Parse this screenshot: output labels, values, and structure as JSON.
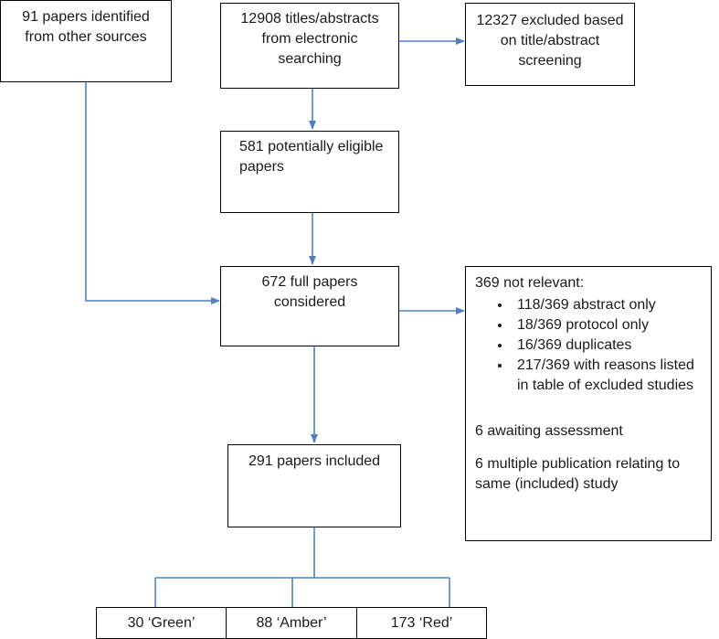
{
  "boxes": {
    "other_sources": "91 papers identified from other sources",
    "electronic": "12908 titles/abstracts from electronic searching",
    "excluded": "12327 excluded based on title/abstract screening",
    "eligible": "581 potentially eligible papers",
    "full_papers": "672 full papers considered",
    "included": "291 papers included",
    "not_relevant": {
      "heading": "369 not relevant:",
      "bullets": [
        "118/369 abstract only",
        "18/369 protocol only",
        "16/369 duplicates",
        "217/369 with reasons listed in table of excluded studies"
      ],
      "awaiting": "6 awaiting assessment",
      "multiple": "6 multiple publication relating to same (included) study"
    },
    "green": "30 ‘Green’",
    "amber": "88 ‘Amber’",
    "red": "173 ‘Red’"
  },
  "colors": {
    "arrow": "#4f81bd",
    "border": "#000000"
  }
}
